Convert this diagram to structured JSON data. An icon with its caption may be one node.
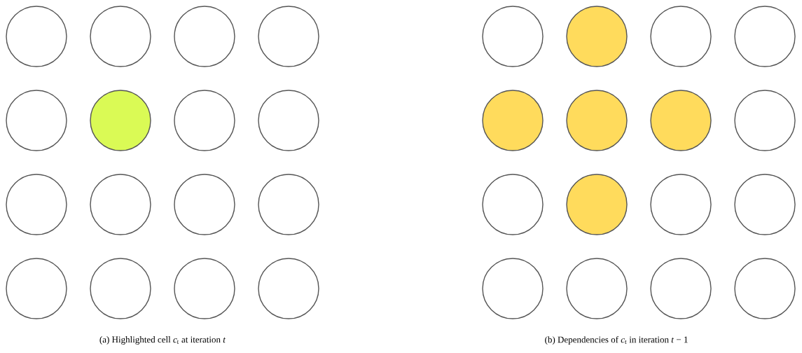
{
  "diagram": {
    "nodes": [
      {
        "text": [],
        "shape": "circle"
      },
      {
        "text": [],
        "shape": "circle"
      },
      {
        "text": [],
        "shape": "circle"
      },
      {
        "text": [],
        "shape": "circle"
      },
      {
        "text": [],
        "shape": "circle"
      },
      {
        "text": [],
        "shape": "circle"
      },
      {
        "text": [],
        "shape": "circle"
      },
      {
        "text": [],
        "shape": "circle"
      },
      {
        "text": [],
        "shape": "circle"
      },
      {
        "text": [],
        "shape": "circle"
      },
      {
        "text": [],
        "shape": "circle"
      },
      {
        "text": [],
        "shape": "circle"
      },
      {
        "text": [],
        "shape": "circle"
      },
      {
        "text": [],
        "shape": "circle"
      },
      {
        "text": [],
        "shape": "circle"
      },
      {
        "text": [],
        "shape": "circle"
      },
      {
        "text": [],
        "shape": "circle"
      },
      {
        "text": [],
        "shape": "circle"
      },
      {
        "text": [],
        "shape": "circle"
      },
      {
        "text": [],
        "shape": "circle"
      },
      {
        "text": [],
        "shape": "circle"
      },
      {
        "text": [],
        "shape": "circle"
      },
      {
        "text": [],
        "shape": "circle"
      },
      {
        "text": [],
        "shape": "circle"
      },
      {
        "text": [],
        "shape": "circle"
      },
      {
        "text": [],
        "shape": "circle"
      },
      {
        "text": [],
        "shape": "circle"
      },
      {
        "text": [],
        "shape": "circle"
      },
      {
        "text": [],
        "shape": "circle"
      },
      {
        "text": [],
        "shape": "circle"
      },
      {
        "text": [],
        "shape": "circle"
      },
      {
        "text": [],
        "shape": "circle"
      }
    ],
    "labels": [
      "(a) Highlighted cell *c*$_{t}$ at iteration *t*",
      "(b) Dependencies of *c*$_{t}$ in iteration *t* − 1"
    ]
  }
}
